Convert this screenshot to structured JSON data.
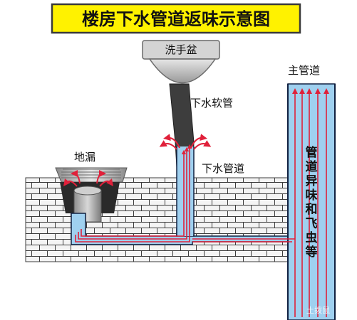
{
  "title": "楼房下水管道返味示意图",
  "labels": {
    "sink": "洗手盆",
    "soft_hose": "下水软管",
    "floor_drain": "地漏",
    "drain_pipe": "下水管道",
    "main_pipe": "主管道",
    "main_pipe_note": [
      "管",
      "道",
      "异",
      "味",
      "和",
      "飞",
      "虫",
      "等"
    ]
  },
  "watermark": "土拨鼠",
  "colors": {
    "title_bg": "#fff200",
    "title_border": "#3a3a3a",
    "pipe_fill": "#9fd0ef",
    "pipe_outline": "#102040",
    "flow_arrow": "#e0203a",
    "brick": "#f4f4f4",
    "brick_line": "#3c3c3c"
  }
}
